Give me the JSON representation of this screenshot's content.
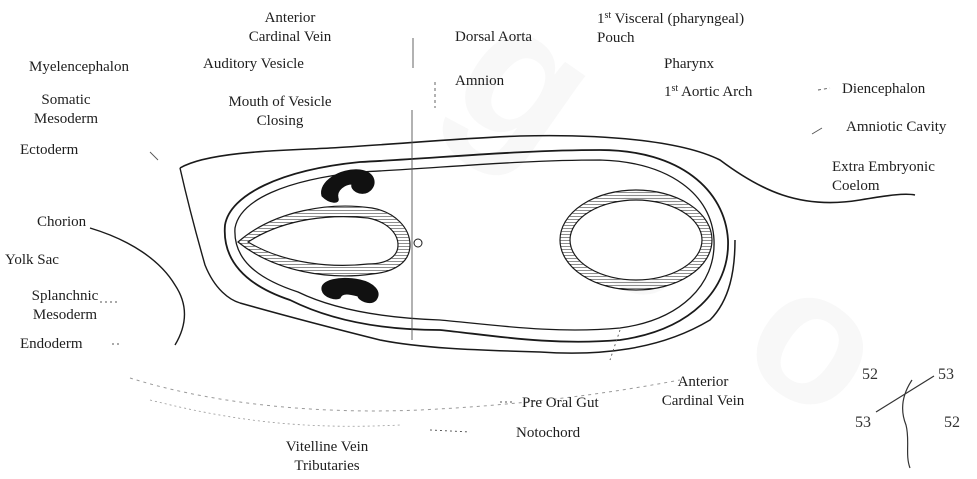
{
  "labels": {
    "anterior_cardinal_vein_top": [
      "Anterior",
      "Cardinal Vein"
    ],
    "dorsal_aorta": "Dorsal Aorta",
    "first_visceral_pouch": {
      "ordinal": "1",
      "sup": "st",
      "line1_rest": " Visceral (pharyngeal)",
      "line2": "Pouch"
    },
    "myelencephalon": "Myelencephalon",
    "auditory_vesicle": "Auditory Vesicle",
    "amnion": "Amnion",
    "pharynx": "Pharynx",
    "first_aortic_arch": {
      "ordinal": "1",
      "sup": "st",
      "rest": " Aortic Arch"
    },
    "diencephalon": "Diencephalon",
    "somatic_mesoderm": [
      "Somatic",
      "Mesoderm"
    ],
    "mouth_of_vesicle_closing": [
      "Mouth of Vesicle",
      "Closing"
    ],
    "amniotic_cavity": "Amniotic Cavity",
    "ectoderm": "Ectoderm",
    "extra_embryonic_coelom": [
      "Extra Embryonic",
      "Coelom"
    ],
    "chorion": "Chorion",
    "yolk_sac": "Yolk Sac",
    "splanchnic_mesoderm": [
      "Splanchnic",
      "Mesoderm"
    ],
    "endoderm": "Endoderm",
    "anterior_cardinal_vein_bottom": [
      "Anterior",
      "Cardinal Vein"
    ],
    "pre_oral_gut": "Pre Oral Gut",
    "notochord": "Notochord",
    "vitelline_vein_tributaries": [
      "Vitelline Vein",
      "Tributaries"
    ]
  },
  "corner_numbers": [
    "52",
    "53",
    "53",
    "52"
  ],
  "colors": {
    "line": "#1a1a1a",
    "hatch_fill": "#bdbdbd",
    "faint": "#9a9a9a"
  }
}
